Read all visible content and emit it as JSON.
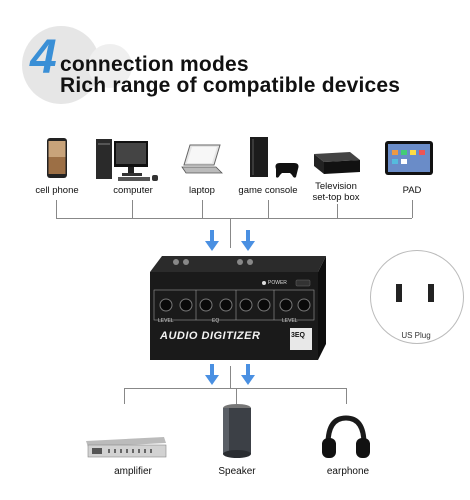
{
  "header": {
    "number": "4",
    "line1": "connection modes",
    "line2": "Rich range of compatible devices"
  },
  "sources": [
    {
      "label": "cell phone",
      "icon": "cell-phone-icon"
    },
    {
      "label": "computer",
      "icon": "computer-icon"
    },
    {
      "label": "laptop",
      "icon": "laptop-icon"
    },
    {
      "label": "game console",
      "icon": "game-console-icon"
    },
    {
      "label": "Television\nset-top box",
      "icon": "set-top-box-icon"
    },
    {
      "label": "PAD",
      "icon": "tablet-icon"
    }
  ],
  "device": {
    "name": "AUDIO DIGITIZER",
    "badge": "3EQ",
    "power_label": "POWER",
    "knob_labels": {
      "level_left": "LEVEL",
      "eq": "EQ",
      "level_right": "LEVEL"
    }
  },
  "plug": {
    "label": "US Plug"
  },
  "outputs": [
    {
      "label": "amplifier",
      "icon": "amplifier-icon"
    },
    {
      "label": "Speaker",
      "icon": "speaker-icon"
    },
    {
      "label": "earphone",
      "icon": "headphones-icon"
    }
  ],
  "colors": {
    "accent": "#3a8fd6",
    "arrow": "#4a90e2",
    "device_body": "#1a1a1a"
  }
}
